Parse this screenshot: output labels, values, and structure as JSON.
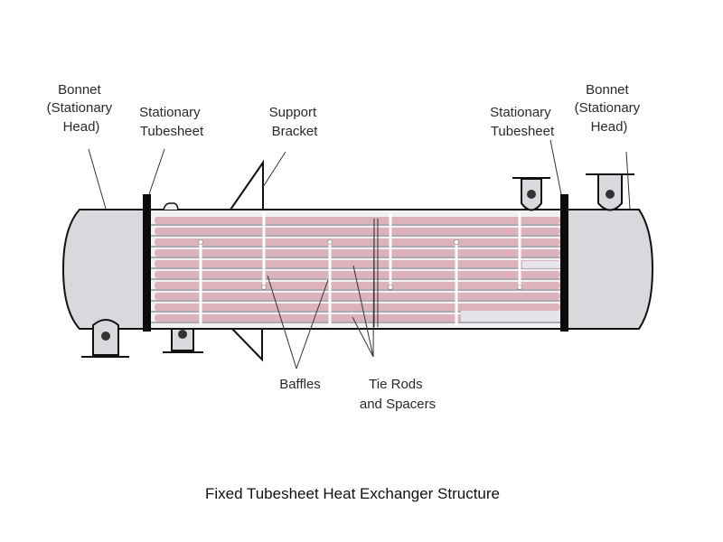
{
  "diagram": {
    "title": "Fixed Tubesheet Heat Exchanger Structure",
    "labels": {
      "bonnet_left": [
        "Bonnet",
        "(Stationary",
        "Head)"
      ],
      "tubesheet_left": [
        "Stationary",
        "Tubesheet"
      ],
      "support_bracket": [
        "Support",
        "Bracket"
      ],
      "tubesheet_right": [
        "Stationary",
        "Tubesheet"
      ],
      "bonnet_right": [
        "Bonnet",
        "(Stationary",
        "Head)"
      ],
      "baffles": [
        "Baffles"
      ],
      "tie_rods": [
        "Tie Rods",
        "and Spacers"
      ]
    },
    "components": {
      "tube_count": 10,
      "baffle_count": 6,
      "nozzle_count": 4,
      "support_bracket_count": 2,
      "tubesheet_count": 2,
      "bonnet_count": 2
    },
    "colors": {
      "tube": "#dcb3bd",
      "head": "#d9d8dc",
      "tubesheet": "#0b0b0b",
      "outline": "#111111"
    }
  }
}
